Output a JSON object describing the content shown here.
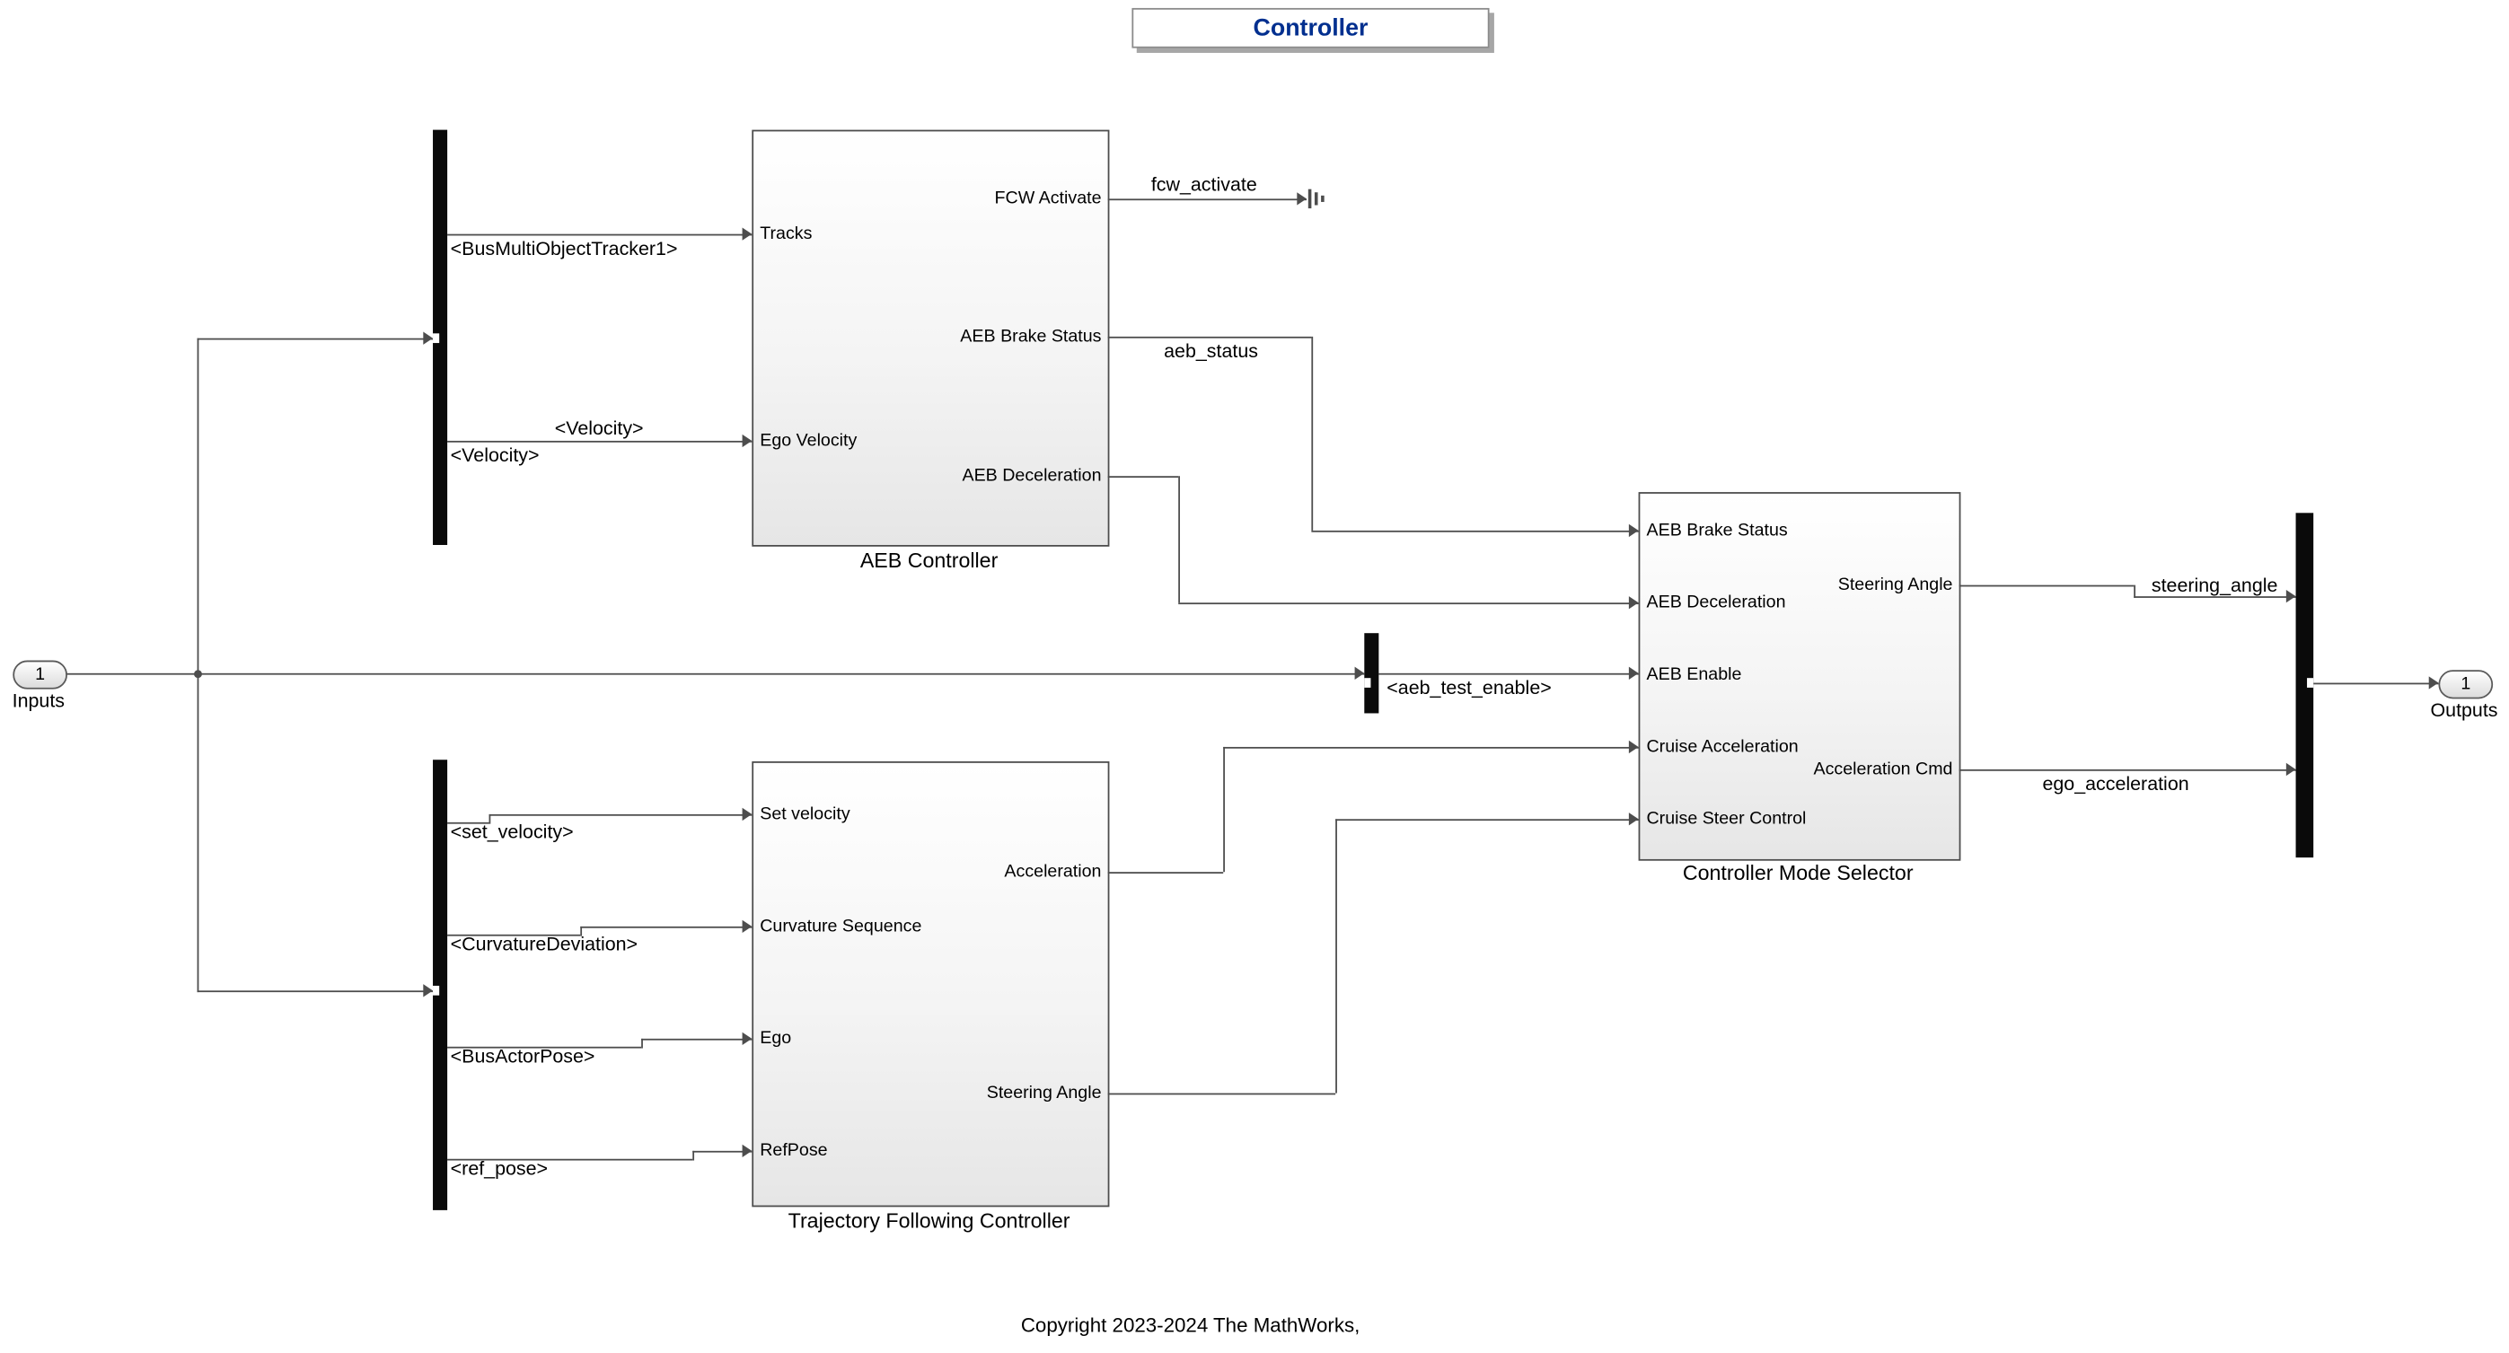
{
  "title": {
    "label": "Controller"
  },
  "io": {
    "input": {
      "number": "1",
      "label": "Inputs"
    },
    "output": {
      "number": "1",
      "label": "Outputs"
    }
  },
  "blocks": {
    "aeb": {
      "label": "AEB Controller",
      "inputs": [
        "Tracks",
        "Ego Velocity"
      ],
      "outputs": [
        "FCW Activate",
        "AEB Brake Status",
        "AEB Deceleration"
      ]
    },
    "tfc": {
      "label": "Trajectory Following Controller",
      "inputs": [
        "Set velocity",
        "Curvature Sequence",
        "Ego",
        "RefPose"
      ],
      "outputs": [
        "Acceleration",
        "Steering Angle"
      ]
    },
    "cms": {
      "label": "Controller Mode Selector",
      "inputs": [
        "AEB Brake Status",
        "AEB Deceleration",
        "AEB Enable",
        "Cruise Acceleration",
        "Cruise Steer Control"
      ],
      "outputs": [
        "Steering Angle",
        "Acceleration Cmd"
      ]
    }
  },
  "signals": {
    "bus_multi_object_tracker1": "<BusMultiObjectTracker1>",
    "velocity_upper": "<Velocity>",
    "velocity_lower": "<Velocity>",
    "fcw_activate": "fcw_activate",
    "aeb_status": "aeb_status",
    "aeb_test_enable": "<aeb_test_enable>",
    "set_velocity": "<set_velocity>",
    "curvature_deviation": "<CurvatureDeviation>",
    "bus_actor_pose": "<BusActorPose>",
    "ref_pose": "<ref_pose>",
    "steering_angle": "steering_angle",
    "ego_acceleration": "ego_acceleration"
  },
  "copyright": "Copyright 2023-2024 The MathWorks,",
  "colors": {
    "annotation_text": "#002f8f",
    "wire": "#4d4d4d",
    "block_border": "#4d4d4d",
    "bus_bar": "#0a0a0a"
  }
}
